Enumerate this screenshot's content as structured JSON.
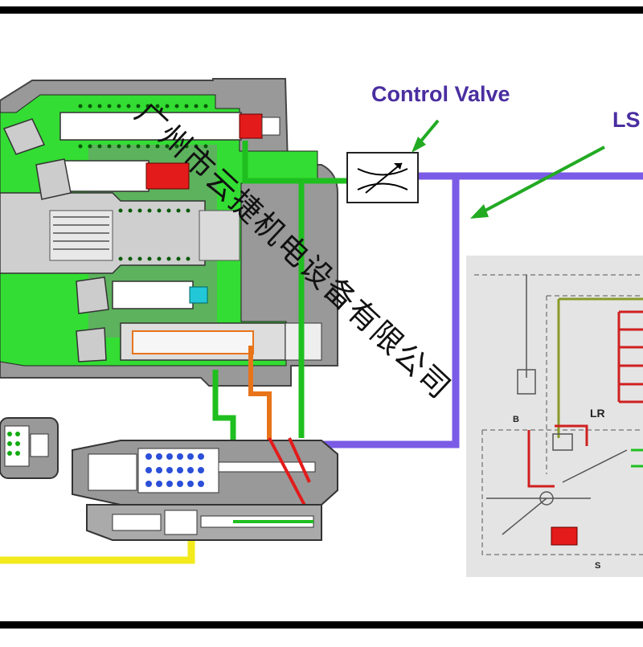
{
  "labels": {
    "control_valve": "Control Valve",
    "ls": "LS",
    "watermark": "广州市云捷机电设备有限公司"
  },
  "schematic": {
    "lr_label": "LR",
    "port_b": "B",
    "port_s": "S"
  },
  "colors": {
    "frame": "#000000",
    "pump_green": "#33dd33",
    "housing_gray": "#999999",
    "piston_red": "#e31b1b",
    "ls_line_purple": "#7a5ce6",
    "arrow_green": "#22aa22",
    "yellow_line": "#f2ea1c",
    "orange_line": "#e8741a",
    "schematic_bg": "#e4e4e4"
  }
}
